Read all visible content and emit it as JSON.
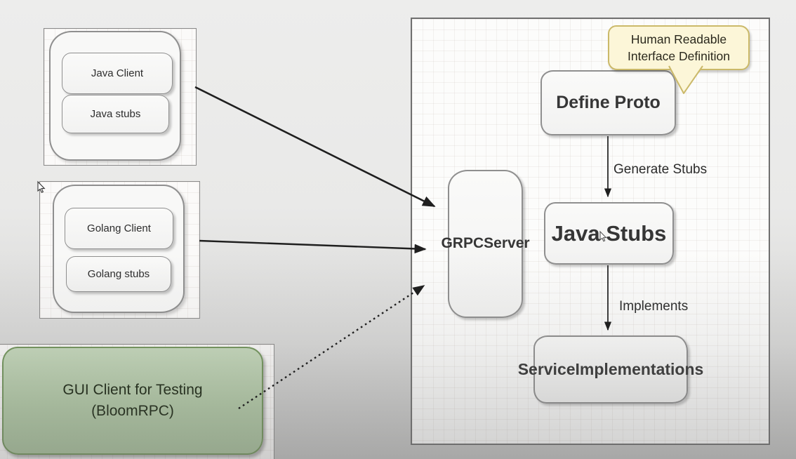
{
  "left_panel": {
    "java_group": {
      "client_label": "Java Client",
      "stubs_label": "Java stubs"
    },
    "golang_group": {
      "client_label": "Golang Client",
      "stubs_label": "Golang stubs"
    },
    "gui_client": {
      "line1": "GUI Client for Testing",
      "line2": "(BloomRPC)"
    }
  },
  "server_panel": {
    "callout": {
      "line1": "Human Readable",
      "line2": "Interface Definition"
    },
    "define_proto_label": "Define Proto",
    "generate_stubs_label": "Generate Stubs",
    "java_stubs_label": "Java Stubs",
    "implements_label": "Implements",
    "service_implementations": {
      "line1": "Service",
      "line2": "Implementations"
    },
    "grpc_server": {
      "line1": "GRPC",
      "line2": "Server"
    }
  },
  "colors": {
    "arrow": "#1f1f1f",
    "shape_border": "#8f8f8f",
    "shape_fill": "#f6f6f5",
    "container_border": "#6f6f6f",
    "green_fill": "#b3cba7",
    "green_border": "#72955b",
    "callout_fill": "#fcf6d8",
    "callout_border": "#cbb969",
    "text": "#2d2d2d"
  }
}
